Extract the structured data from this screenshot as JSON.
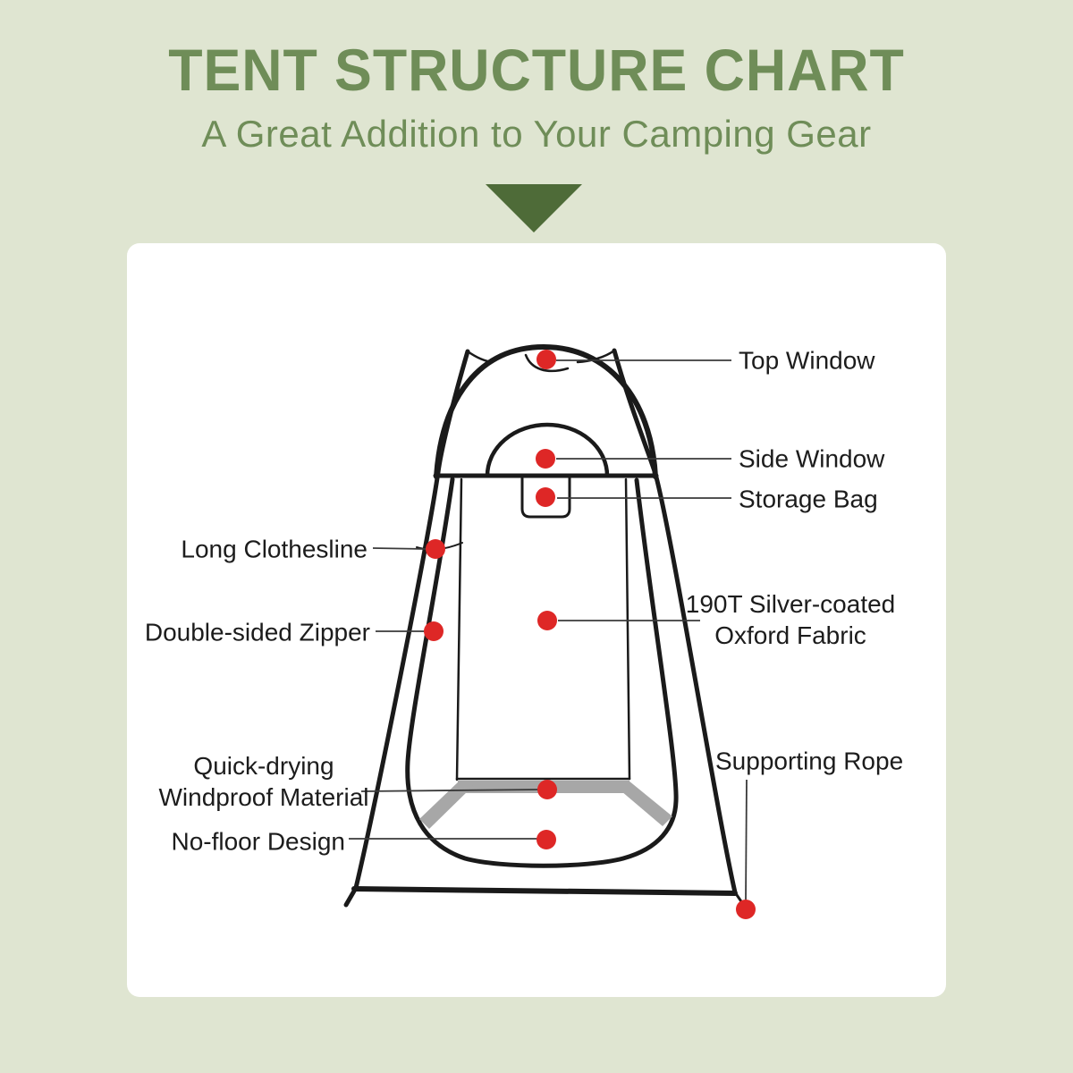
{
  "header": {
    "title": "TENT STRUCTURE CHART",
    "subtitle": "A Great Addition to Your Camping Gear"
  },
  "diagram": {
    "description": "Line drawing of a pop-up privacy shower tent with red feature markers",
    "features": [
      {
        "id": "top-window",
        "label": "Top Window"
      },
      {
        "id": "side-window",
        "label": "Side Window"
      },
      {
        "id": "storage-bag",
        "label": "Storage Bag"
      },
      {
        "id": "long-clothesline",
        "label": "Long Clothesline"
      },
      {
        "id": "double-sided-zipper",
        "label": "Double-sided Zipper"
      },
      {
        "id": "oxford-fabric",
        "label": "190T Silver-coated\nOxford Fabric"
      },
      {
        "id": "windproof-material",
        "label": "Quick-drying\nWindproof Material"
      },
      {
        "id": "no-floor-design",
        "label": "No-floor Design"
      },
      {
        "id": "supporting-rope",
        "label": "Supporting Rope"
      }
    ]
  },
  "colors": {
    "background": "#dfe5d1",
    "heading_green": "#6f8d58",
    "arrow_green": "#4e6b38",
    "card_white": "#ffffff",
    "line_black": "#1a1a1a",
    "marker_red": "#de2726",
    "floor_gray": "#a7a7a7",
    "connector_gray": "#3a3a3a"
  }
}
